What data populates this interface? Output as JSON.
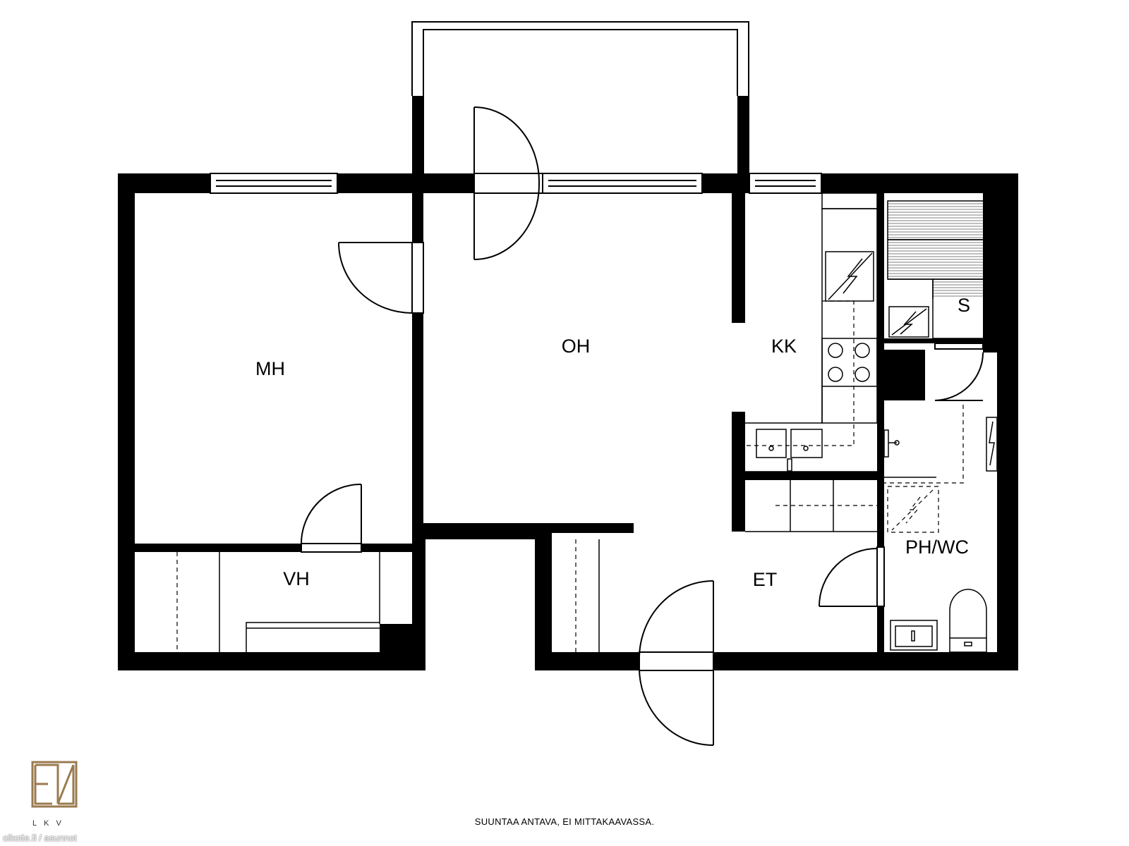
{
  "rooms": {
    "mh": "MH",
    "oh": "OH",
    "kk": "KK",
    "s": "S",
    "vh": "VH",
    "et": "ET",
    "phwc": "PH/WC"
  },
  "footer_note": "SUUNTAA ANTAVA, EI MITTAKAAVASSA.",
  "logo": {
    "monogram": "EV",
    "text": "LKV",
    "color": "#9a7b4f"
  },
  "watermark": "oikotie.fi / asunnot",
  "colors": {
    "wall": "#000000",
    "line": "#000000",
    "background": "#ffffff"
  }
}
